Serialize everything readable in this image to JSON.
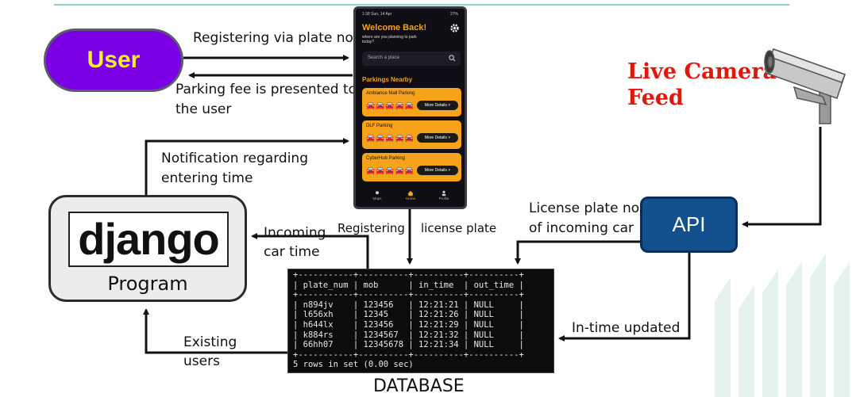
{
  "nodes": {
    "user": "User",
    "program": "Program",
    "django_logo": "django",
    "api": "API",
    "camera_label_lines": [
      "Live Camera",
      "Feed"
    ],
    "database_label": "DATABASE"
  },
  "edges": {
    "user_to_app_lines": [
      "Registering via plate no."
    ],
    "app_to_user_lines": [
      "Parking fee is presented to",
      "the user"
    ],
    "program_to_app_lines": [
      "Notification regarding",
      "entering time"
    ],
    "db_to_program_time_lines": [
      "Incoming",
      "car time"
    ],
    "app_to_db_left": "Registering",
    "app_to_db_right": "license plate",
    "api_to_db_lines": [
      "License plate no.",
      "of incoming car"
    ],
    "api_to_db_update": "In-time updated",
    "db_to_program_users_lines": [
      "Existing",
      "users"
    ]
  },
  "phone": {
    "status_time": "1:38  Sun, 14 Apr",
    "status_right": "27%",
    "welcome": "Welcome Back!",
    "subtitle": "where are you planning to park today?",
    "search_placeholder": "Search a place",
    "nearby_title": "Parkings Nearby",
    "cards": [
      {
        "name": "Ambiance Mall Parking",
        "button": "More Details >"
      },
      {
        "name": "DLF Parking",
        "button": "More Details >"
      },
      {
        "name": "CyberHub Parking",
        "button": "More Details >"
      }
    ],
    "nav": [
      "Maps",
      "Home",
      "Profile"
    ],
    "accent_color": "#f6a21a"
  },
  "database": {
    "columns": [
      "plate_num",
      "mob",
      "in_time",
      "out_time"
    ],
    "rows": [
      [
        "n894jv",
        "123456",
        "12:21:21",
        "NULL"
      ],
      [
        "l656xh",
        "12345",
        "12:21:26",
        "NULL"
      ],
      [
        "h644lx",
        "123456",
        "12:21:29",
        "NULL"
      ],
      [
        "k884rs",
        "1234567",
        "12:21:32",
        "NULL"
      ],
      [
        "66hh07",
        "12345678",
        "12:21:34",
        "NULL"
      ]
    ],
    "footer": "5 rows in set (0.00 sec)"
  },
  "colors": {
    "user_fill": "#7b00e6",
    "user_text": "#f2ef2a",
    "api_fill": "#13508e",
    "camera_label": "#e0170f"
  }
}
